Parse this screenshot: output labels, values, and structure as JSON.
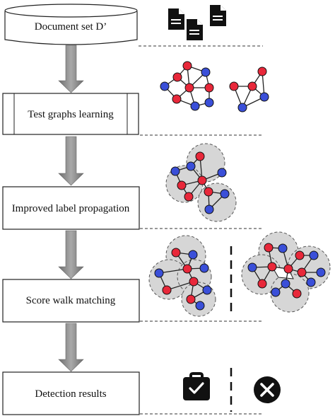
{
  "steps": [
    {
      "id": "document-set",
      "label": "Document set D’"
    },
    {
      "id": "test-graphs-learning",
      "label": "Test graphs learning"
    },
    {
      "id": "improved-label-propagation",
      "label": "Improved label propagation"
    },
    {
      "id": "score-walk-matching",
      "label": "Score walk matching"
    },
    {
      "id": "detection-results",
      "label": "Detection results"
    }
  ],
  "icons": {
    "documents": "document-icon",
    "success": "briefcase-check-icon",
    "failure": "circle-x-icon"
  },
  "colors": {
    "node_red": "#e8283a",
    "node_blue": "#3a4fd8",
    "cluster_fill": "#d4d4d4",
    "arrow": "#8a8a8a",
    "separator": "#333333"
  }
}
